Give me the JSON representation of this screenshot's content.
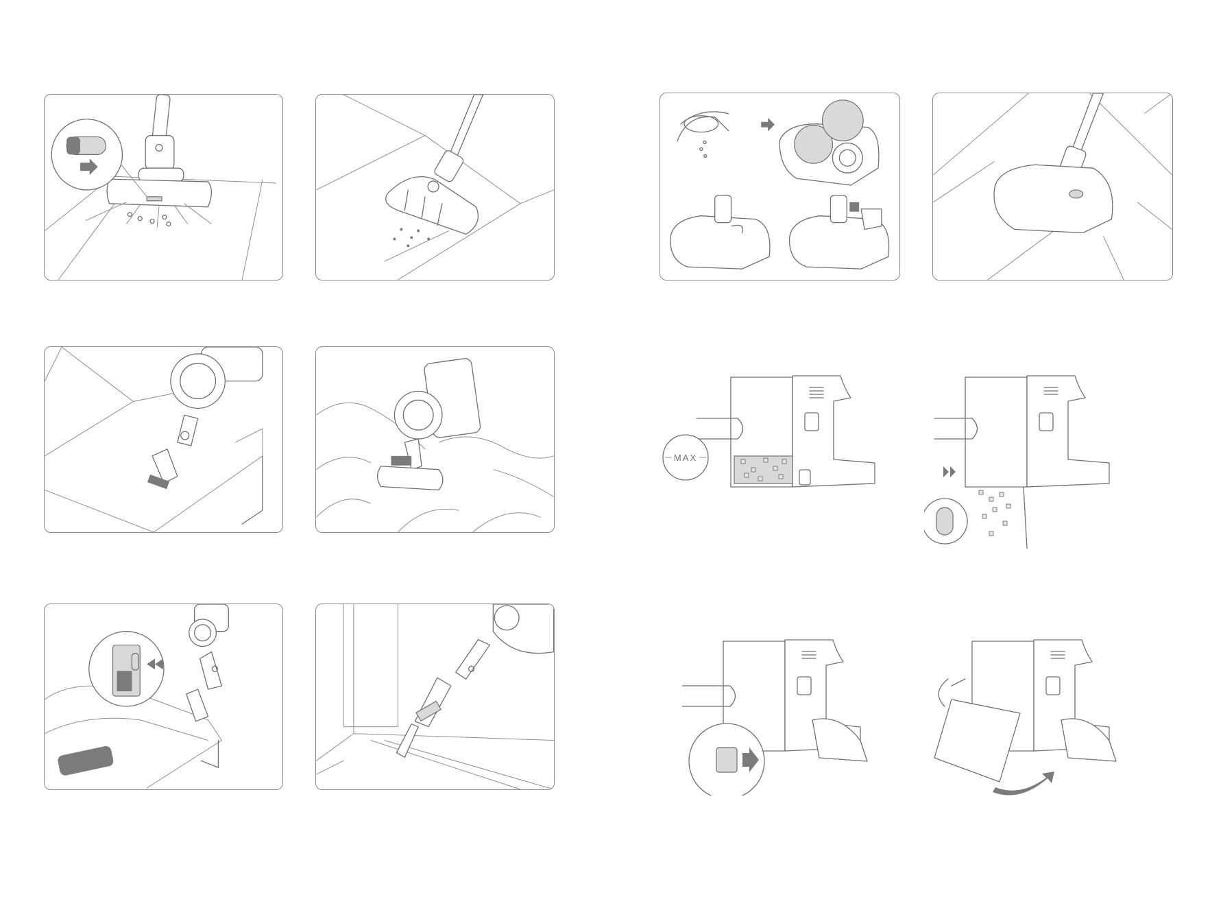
{
  "page": {
    "background": "#ffffff",
    "line_color": "#6f6f6f",
    "accent_gray": "#7b7b7b"
  },
  "illustrations": [
    {
      "id": "floor-brush-switch",
      "icon": "floor-brush-with-switch-inset"
    },
    {
      "id": "floor-brush-in-use",
      "icon": "floor-brush-cleaning"
    },
    {
      "id": "mop-pad-install",
      "icon": "mop-pad-and-water-tank"
    },
    {
      "id": "mop-in-use",
      "icon": "mop-head-on-tiles"
    },
    {
      "id": "crevice-brush-sofa",
      "icon": "brush-tool-on-sofa"
    },
    {
      "id": "mini-motor-brush-sofa",
      "icon": "mini-motor-brush-on-cushion"
    },
    {
      "id": "attach-accessory",
      "icon": "accessory-release-inset"
    },
    {
      "id": "crevice-window",
      "icon": "crevice-tool-window-track"
    },
    {
      "id": "dustbin-max",
      "icon": "dustbin-max-line"
    },
    {
      "id": "dustbin-empty",
      "icon": "dustbin-emptying"
    },
    {
      "id": "dustbin-release",
      "icon": "dustbin-release-button"
    },
    {
      "id": "dustbin-remove",
      "icon": "dustbin-removal"
    }
  ],
  "dustbin_max": {
    "max_label": "MAX"
  }
}
